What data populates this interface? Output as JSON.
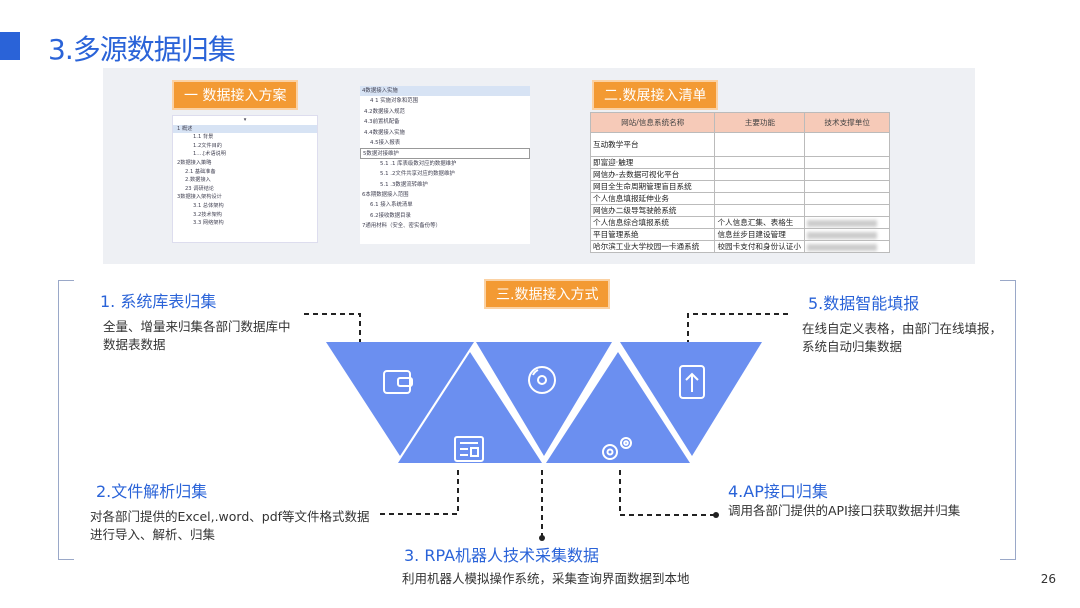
{
  "page": {
    "title": "3.多源数据归集",
    "page_number": "26"
  },
  "section1": {
    "tag": "一 数据接入方案",
    "tree_header": "▾",
    "tree_rows": [
      "1 概述",
      "1.1 背景",
      "1.2文件目的",
      "1.…[术语说明",
      "2数据接入策略",
      "2.1 基础准备",
      "2.数据接入",
      "23 调研结论",
      "3数据接入架构设计",
      "3.1 总体架构",
      "3.2技术架构",
      "3.3 网络架构"
    ]
  },
  "section1b": {
    "tree_rows": [
      "4数据接入实施",
      "4 1 实施对象和范围",
      "4.2数据接入规范",
      "4.3前置机配备",
      "4.4数据接入实施",
      "4.5接入报表",
      "5数据对接维护",
      "5.1 .1 库表级数对应的数据维护",
      "5.1 .2文件共享对应的数据维护",
      "5.1 .3数据流转维护",
      "6本期数据接入范围",
      "6.1 接入系统清单",
      "6.2接收数据目录",
      "7通用材料（安全、密实备份等）"
    ]
  },
  "section2": {
    "tag": "二.数展接入清单",
    "headers": [
      "网站/信息系统名称",
      "主要功能",
      "技术支撑单位"
    ],
    "rows": [
      [
        "互动教学平台",
        "",
        ""
      ],
      [
        "即富迎·触理",
        "",
        ""
      ],
      [
        "网信办-去数据可视化平台",
        "",
        ""
      ],
      [
        "网目全生命周期管理盲目系统",
        "",
        ""
      ],
      [
        "个人信息填报延伸业务",
        "",
        ""
      ],
      [
        "网信办二级导驾驶舱系统",
        "",
        ""
      ],
      [
        "个人信息综合填报系统",
        "个人信息汇集、表格生",
        ""
      ],
      [
        "平目管理系绝",
        "信息丝步目建设管理",
        ""
      ],
      [
        "哈尔滨工业大学校园一卡通系统",
        "校园卡支付和身份认证小",
        ""
      ]
    ]
  },
  "section3": {
    "tag": "三.数据接入方式"
  },
  "methods": [
    {
      "title": "1. 系统库表归集",
      "desc": "全量、增量来归集各部门数据库中数据表数据"
    },
    {
      "title": "2.文件解析归集",
      "desc": "对各部门提供的Excel,.word、pdf等文件格式数据进行导入、解析、归集"
    },
    {
      "title": "3. RPA机器人技术采集数据",
      "desc": "利用机器人模拟操作系统，采集查询界面数据到本地"
    },
    {
      "title": "4.AP接口归集",
      "desc": "调用各部门提供的API接口获取数据并归集"
    },
    {
      "title": "5.数据智能填报",
      "desc": "在线自定义表格，由部门在线填报，系统自动归集数据"
    }
  ],
  "colors": {
    "accent": "#2a63d8",
    "orange": "#f39a33",
    "triangle": "#6b8ff0"
  },
  "icons": [
    "wallet-icon",
    "newspaper-icon",
    "disc-icon",
    "gears-icon",
    "upload-document-icon"
  ]
}
